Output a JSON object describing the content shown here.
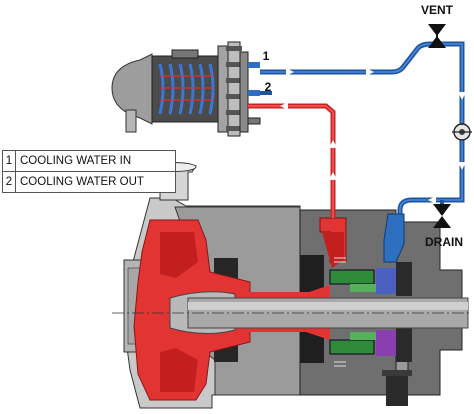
{
  "labels": {
    "vent": "VENT",
    "drain": "DRAIN",
    "port_1": "1",
    "port_2": "2"
  },
  "legend": [
    {
      "num": "1",
      "text": "COOLING WATER IN"
    },
    {
      "num": "2",
      "text": "COOLING WATER OUT"
    }
  ],
  "colors": {
    "cooling_water": "#2e6fc0",
    "hot_process": "#e02a2a",
    "casing_dark": "#7a7a7a",
    "casing_light": "#c8c8c8",
    "seal_green": "#2f8a3a",
    "background": "#ffffff"
  },
  "icons": [
    "valve-icon",
    "flow-arrow-icon",
    "inline-flow-indicator-icon",
    "coil-heat-exchanger-icon"
  ]
}
